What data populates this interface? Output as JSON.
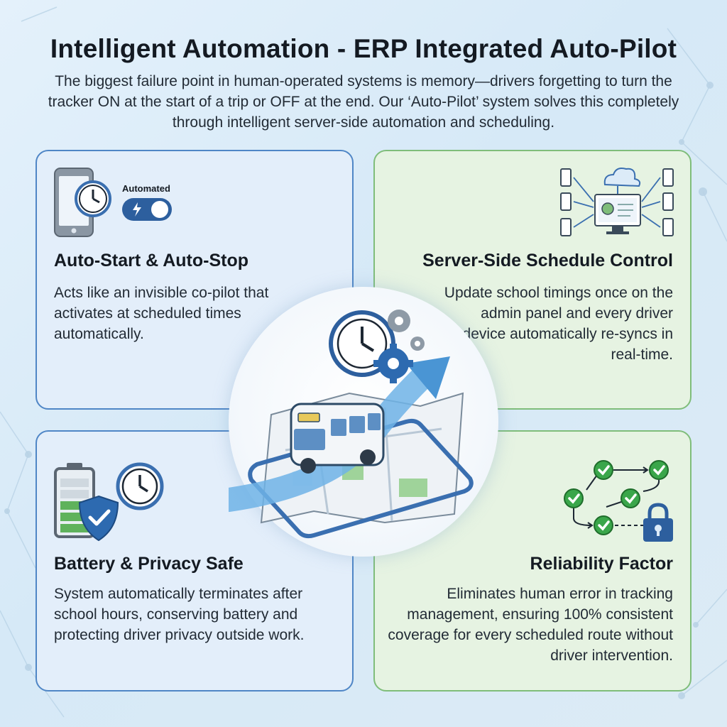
{
  "header": {
    "title": "Intelligent Automation - ERP Integrated Auto-Pilot",
    "intro": "The biggest failure point in human-operated systems is memory—drivers forgetting to turn the tracker ON at the start of a trip or OFF at the end. Our ‘Auto-Pilot’ system solves this completely through intelligent server-side automation and scheduling."
  },
  "cards": [
    {
      "title": "Auto-Start & Auto-Stop",
      "body": "Acts like an invisible co-pilot that activates at scheduled times automatically.",
      "toggle_label": "Automated",
      "icons": [
        "phone-icon",
        "clock-icon",
        "automated-toggle-icon"
      ]
    },
    {
      "title": "Server-Side Schedule Control",
      "body": "Update school timings once on the admin panel and every driver device automatically re-syncs in real-time.",
      "icons": [
        "cloud-icon",
        "admin-monitor-icon",
        "device-icon"
      ]
    },
    {
      "title": "Battery & Privacy Safe",
      "body": "System automatically terminates after school hours, conserving battery and protecting driver privacy outside work.",
      "icons": [
        "battery-icon",
        "shield-check-icon",
        "clock-icon"
      ]
    },
    {
      "title": "Reliability Factor",
      "body": "Eliminates human error in tracking management, ensuring 100% consistent coverage for every scheduled route without driver intervention.",
      "icons": [
        "checkmark-flow-icon",
        "lock-icon"
      ]
    }
  ],
  "center": {
    "icons": [
      "clock-icon",
      "gear-icon",
      "bus-icon",
      "map-icon",
      "route-arrow-icon",
      "phone-icon"
    ]
  },
  "colors": {
    "blue_border": "#4f86c6",
    "green_border": "#7fbd7a",
    "blue_fill": "#e3eefa",
    "green_fill": "#e6f3e2",
    "check_green": "#3aa64a"
  }
}
